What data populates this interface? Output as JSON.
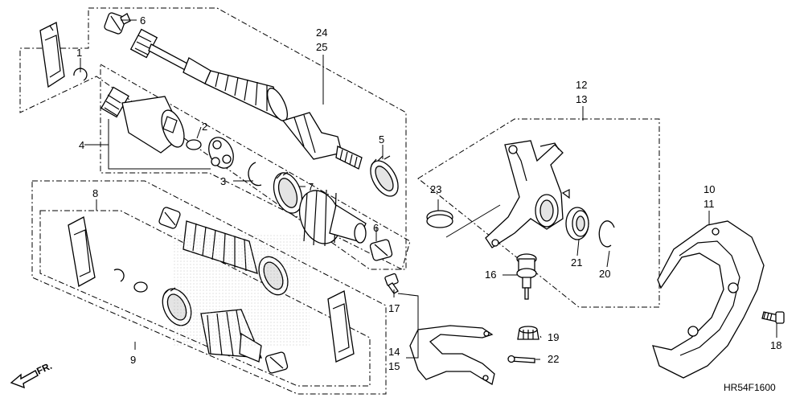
{
  "diagram": {
    "drawing_code": "HR54F1600",
    "direction_label": "FR.",
    "callouts": {
      "c1": "1",
      "c2": "2",
      "c3": "3",
      "c4": "4",
      "c5": "5",
      "c6a": "6",
      "c6b": "6",
      "c7": "7",
      "c8": "8",
      "c9": "9",
      "c10": "10",
      "c11": "11",
      "c12": "12",
      "c13": "13",
      "c14": "14",
      "c15": "15",
      "c16": "16",
      "c17": "17",
      "c18": "18",
      "c19": "19",
      "c20": "20",
      "c21": "21",
      "c22": "22",
      "c23": "23",
      "c24": "24",
      "c25": "25"
    }
  }
}
